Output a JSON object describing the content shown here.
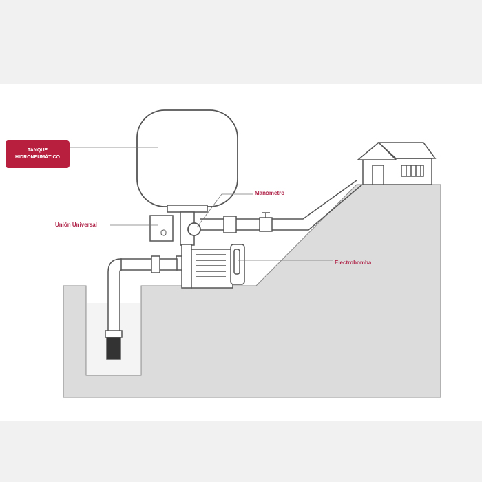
{
  "labels": {
    "tank_line1": "TANQUE",
    "tank_line2": "HIDRONEUMÁTICO",
    "gauge": "Manómetro",
    "union": "Unión Universal",
    "pump": "Electrobomba"
  },
  "colors": {
    "accent": "#b81e3e",
    "ground": "#dcdcdc",
    "line": "#555555"
  }
}
